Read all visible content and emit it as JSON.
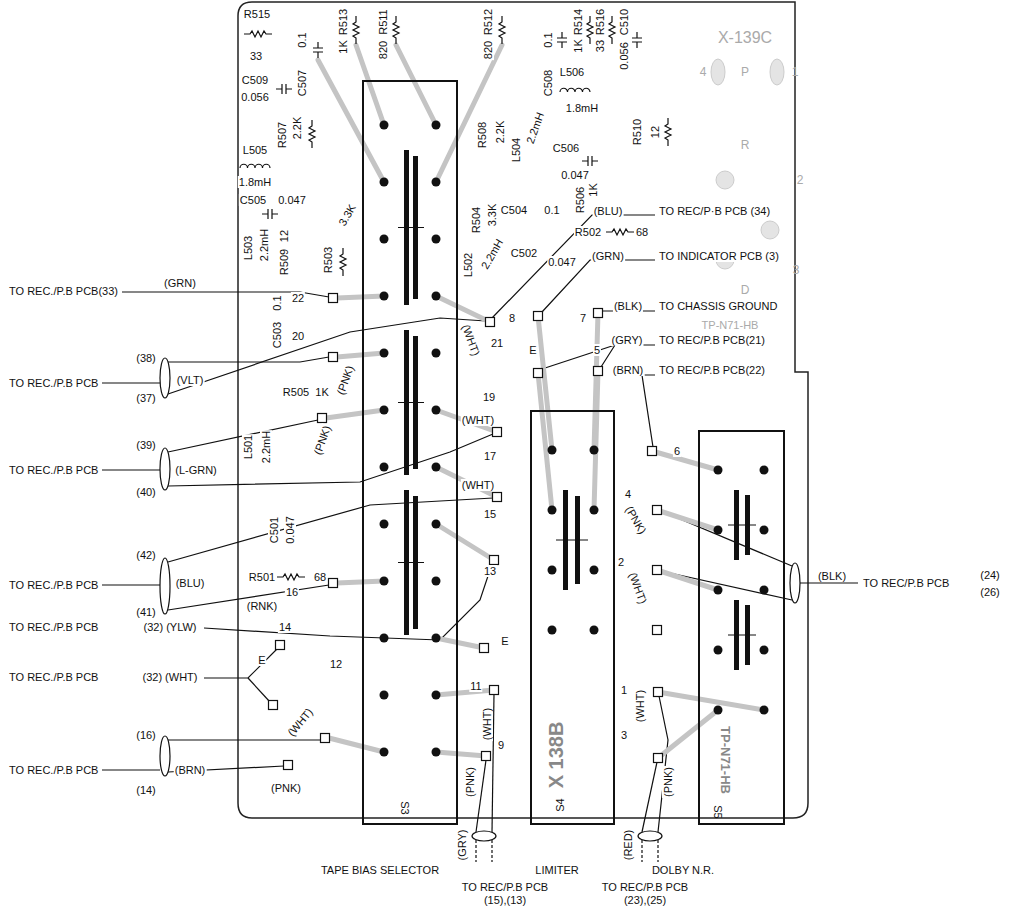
{
  "diagram": {
    "nodes": [
      {
        "text": [
          "S3"
        ]
      },
      {
        "text": [
          "X 138B",
          "S4"
        ]
      },
      {
        "text": [
          "TP-N71-HB",
          "S5"
        ]
      }
    ],
    "labels": [
      "R515",
      "33",
      "C509",
      "0.056",
      "0.1",
      "C507",
      "R513",
      "1K",
      "R511",
      "820",
      "R512",
      "820",
      "0.1",
      "C508",
      "R514",
      "1K",
      "R516",
      "33",
      "C510",
      "0.056",
      "L506",
      "1.8mH",
      "L505",
      "1.8mH",
      "R508",
      "2.2K",
      "L504",
      "2.2mH",
      "C506",
      "0.047",
      "R510",
      "12",
      "R507",
      "2.2K",
      "C505",
      "0.047",
      "L503",
      "2.2mH",
      "R509",
      "12",
      "R503",
      "3.3K",
      "R504",
      "3.3K",
      "C504",
      "0.1",
      "R506",
      "1K",
      "L502",
      "2.2mH",
      "C502",
      "0.047",
      "R502",
      "68",
      "C503",
      "0.1",
      "R505",
      "1K",
      "L501",
      "2.2mH",
      "C501",
      "0.047",
      "R501",
      "68",
      "22",
      "20",
      "16",
      "14",
      "E",
      "12",
      "21",
      "19",
      "17",
      "15",
      "13",
      "E",
      "11",
      "9",
      "8",
      "7",
      "E",
      "5",
      "6",
      "4",
      "2",
      "1",
      "3",
      "X-139C",
      "4",
      "P",
      "1",
      "R",
      "2",
      "3",
      "D",
      "TP-N71-HB",
      "(BLU)",
      "TO REC/P·B PCB (34)",
      "(GRN)",
      "TO INDICATOR PCB (3)",
      "(BLK)",
      "TO CHASSIS GROUND",
      "(GRY)",
      "TO REC/P.B PCB(21)",
      "(BRN)",
      "TO REC/P.B PCB(22)",
      "(GRN)",
      "TO REC./P.B PCB(33)",
      "(38)",
      "TO REC./P.B PCB",
      "(VLT)",
      "(37)",
      "(39)",
      "TO REC./P.B PCB",
      "(L-GRN)",
      "(40)",
      "(42)",
      "TO REC./P.B PCB",
      "(BLU)",
      "(41)",
      "(RNK)",
      "TO REC./P.B PCB",
      "(32) (YLW)",
      "TO REC./P.B PCB",
      "(32) (WHT)",
      "(16)",
      "TO REC./P.B PCB",
      "(BRN)",
      "(14)",
      "(WHT)",
      "(PNK)",
      "(WHT)",
      "(PNK)",
      "(WHT)",
      "(WHT)",
      "(PNK)",
      "(WHT)",
      "(PNK)",
      "(PNK)",
      "(WHT)",
      "(WHT)",
      "(PNK)",
      "(BLK)",
      "TO REC/P.B PCB",
      "(24)",
      "(26)",
      "(GRY)",
      "(RED)",
      "TAPE BIAS SELECTOR",
      "LIMITER",
      "DOLBY N.R.",
      "TO REC/P.B PCB",
      "(15),(13)",
      "TO REC/P.B PCB",
      "(23),(25)"
    ]
  }
}
